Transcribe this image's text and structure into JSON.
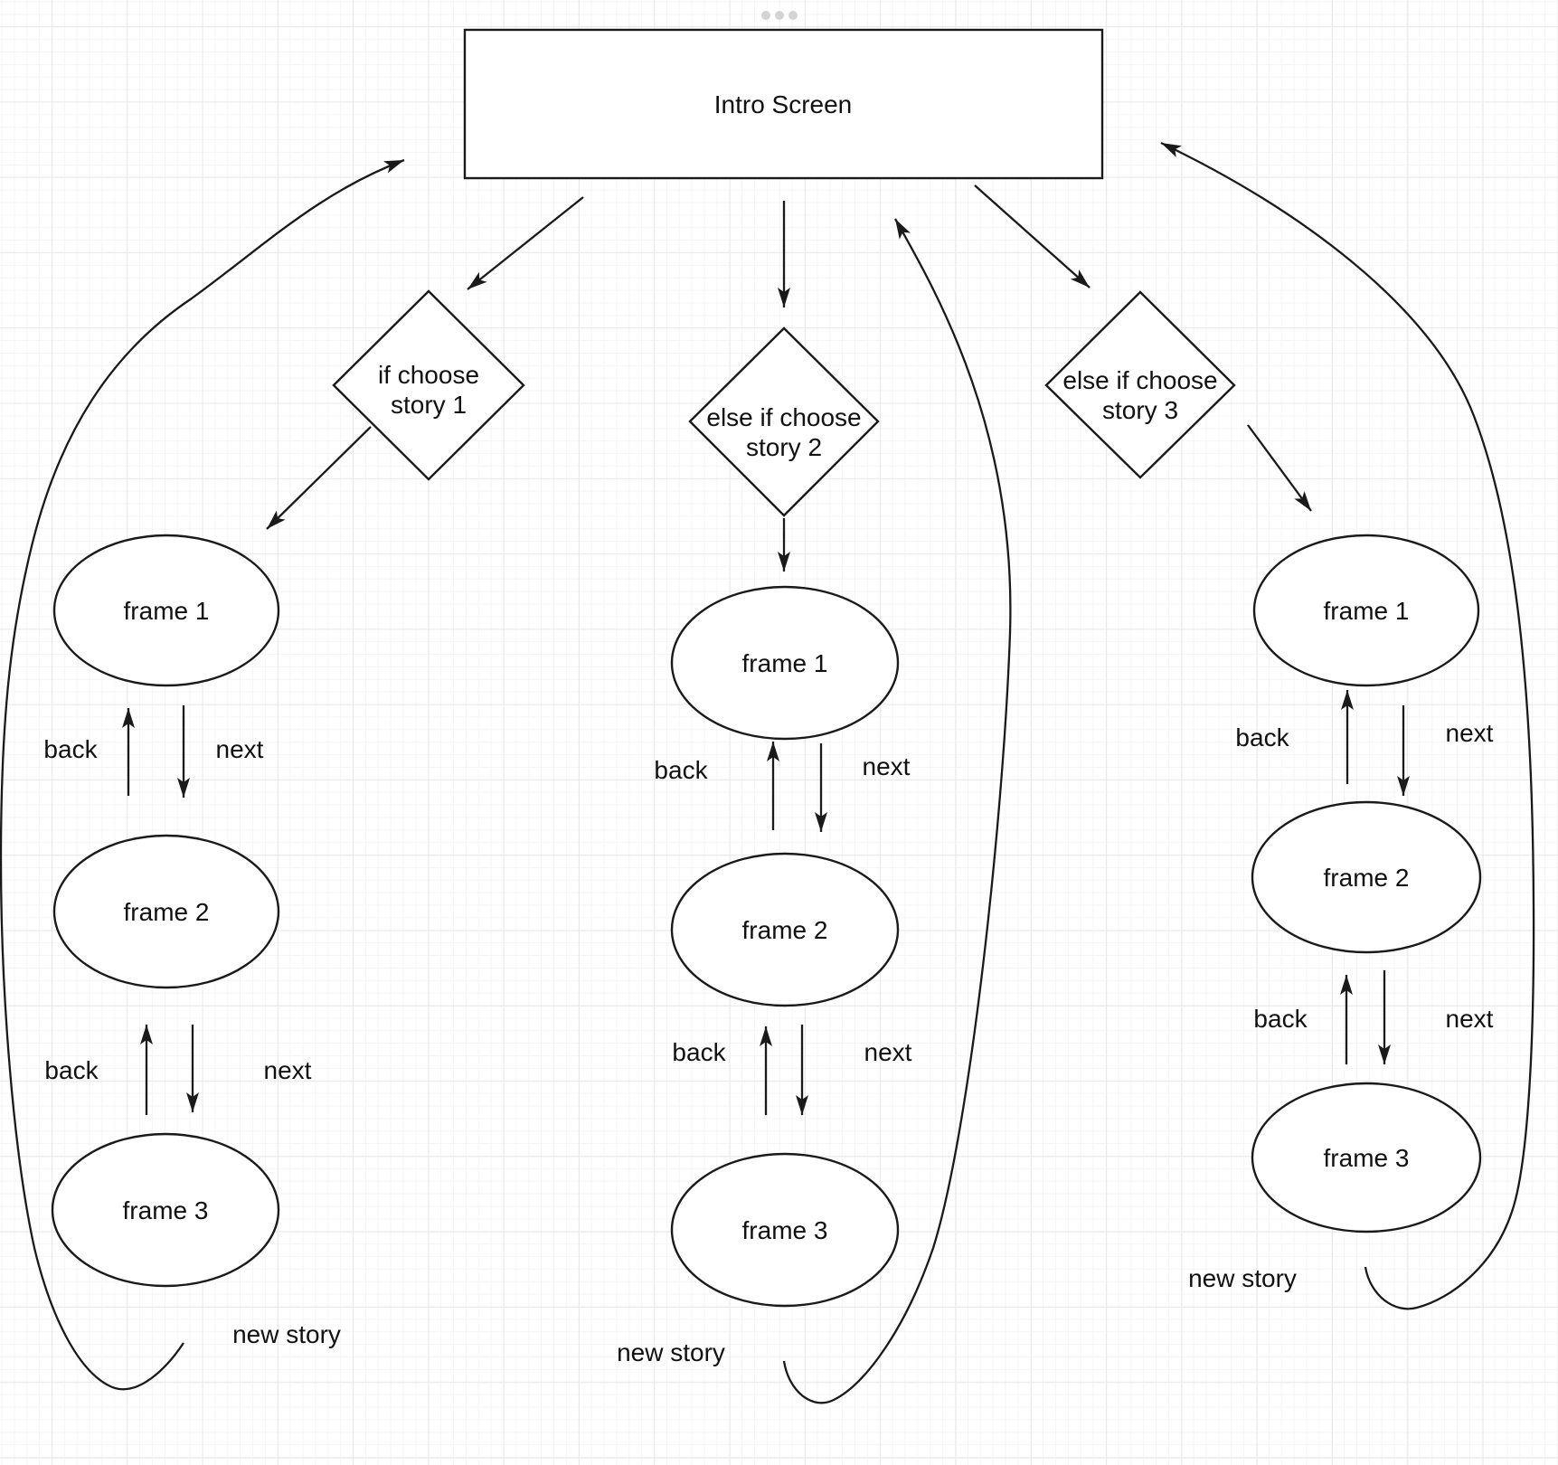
{
  "intro": {
    "label": "Intro Screen"
  },
  "branches": [
    {
      "condition_line1": "if choose",
      "condition_line2": "story 1",
      "frame1": "frame 1",
      "frame2": "frame 2",
      "frame3": "frame 3",
      "back": "back",
      "next": "next",
      "new_story": "new story"
    },
    {
      "condition_line1": "else if choose",
      "condition_line2": "story 2",
      "frame1": "frame 1",
      "frame2": "frame 2",
      "frame3": "frame 3",
      "back": "back",
      "next": "next",
      "new_story": "new story"
    },
    {
      "condition_line1": "else if choose",
      "condition_line2": "story 3",
      "frame1": "frame 1",
      "frame2": "frame 2",
      "frame3": "frame 3",
      "back": "back",
      "next": "next",
      "new_story": "new story"
    }
  ],
  "colors": {
    "stroke": "#1a1a1a",
    "background": "#ffffff",
    "grid_minor": "#f5f5f5",
    "grid_major": "#e9e9e9",
    "dots": "#d4d4d4"
  }
}
